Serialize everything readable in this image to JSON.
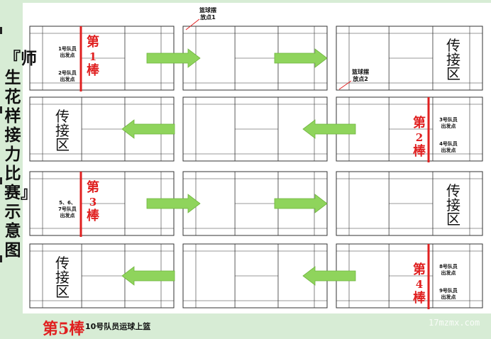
{
  "title": "『师生花样接力比赛』示意图",
  "colors": {
    "accent": "#e02020",
    "arrow": "#8fd45c",
    "court_line": "#333333",
    "paper": "#ffffff",
    "background": "#d7ecd5"
  },
  "rows": [
    {
      "direction": "right",
      "baton_label": "第1棒",
      "baton_side": "left",
      "start_labels": [
        "1号队员出发点",
        "2号队员出发点"
      ],
      "zone_label": "传接区",
      "zone_side": "right",
      "ball_points": [
        "篮球摆放点1",
        "篮球摆放点2"
      ]
    },
    {
      "direction": "left",
      "baton_label": "第2棒",
      "baton_side": "right",
      "start_labels": [
        "3号队员出发点",
        "4号队员出发点"
      ],
      "zone_label": "传接区",
      "zone_side": "left"
    },
    {
      "direction": "right",
      "baton_label": "第3棒",
      "baton_side": "left",
      "start_labels": [
        "5、6、7号队员出发点"
      ],
      "zone_label": "传接区",
      "zone_side": "right"
    },
    {
      "direction": "left",
      "baton_label": "第4棒",
      "baton_side": "right",
      "start_labels": [
        "8号队员出发点",
        "9号队员出发点"
      ],
      "zone_label": "传接区",
      "zone_side": "left"
    }
  ],
  "footer": {
    "baton_label": "第5棒",
    "text": "10号队员运球上篮"
  },
  "watermark": "17mzmx.com"
}
